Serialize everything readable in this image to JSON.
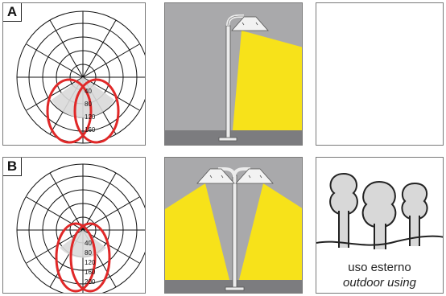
{
  "row_a": {
    "tag": "A",
    "polar_scale": [
      "40",
      "80",
      "120",
      "160"
    ]
  },
  "row_b": {
    "tag": "B",
    "polar_scale": [
      "40",
      "80",
      "120",
      "160",
      "200"
    ]
  },
  "usage": {
    "line1": "uso esterno",
    "line2": "outdoor using"
  },
  "colors": {
    "curve": "#e02828",
    "light_beam": "#f7e21a",
    "wall": "#a9a9ab",
    "ground": "#7c7c7f",
    "pole": "#ececec"
  },
  "icons": [
    "trees-icon",
    "street-lamp-icon",
    "polar-diagram-icon"
  ]
}
